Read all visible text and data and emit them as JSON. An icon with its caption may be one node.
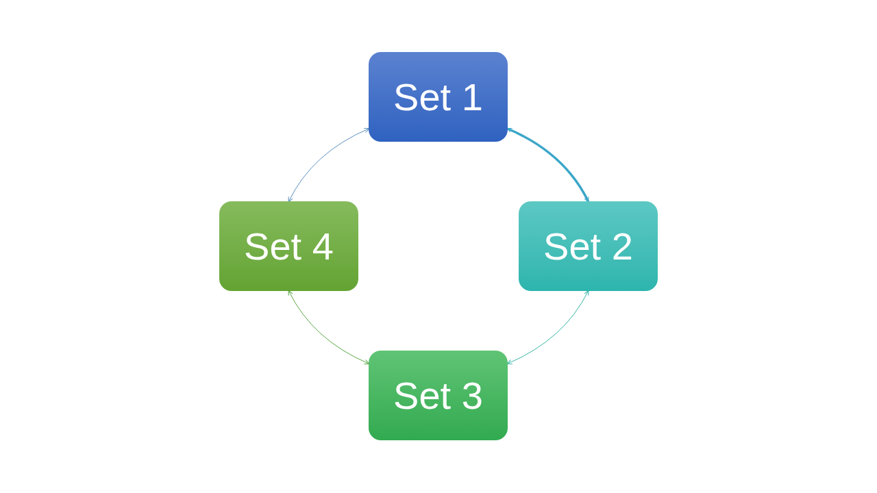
{
  "diagram": {
    "nodes": [
      {
        "text": [
          "Set 1"
        ]
      },
      {
        "text": [
          "Set 2"
        ]
      },
      {
        "text": [
          "Set 3"
        ]
      },
      {
        "text": [
          "Set 4"
        ]
      }
    ],
    "edges": [
      {
        "from": 0,
        "to": 1,
        "arrow": "both",
        "style": "thick",
        "color": "#3aa6c8"
      },
      {
        "from": 1,
        "to": 2,
        "arrow": "both",
        "color": "#36b5a6"
      },
      {
        "from": 2,
        "to": 3,
        "arrow": "both",
        "color": "#5aa846"
      },
      {
        "from": 3,
        "to": 0,
        "arrow": "both",
        "color": "#5b8fc0"
      }
    ]
  }
}
